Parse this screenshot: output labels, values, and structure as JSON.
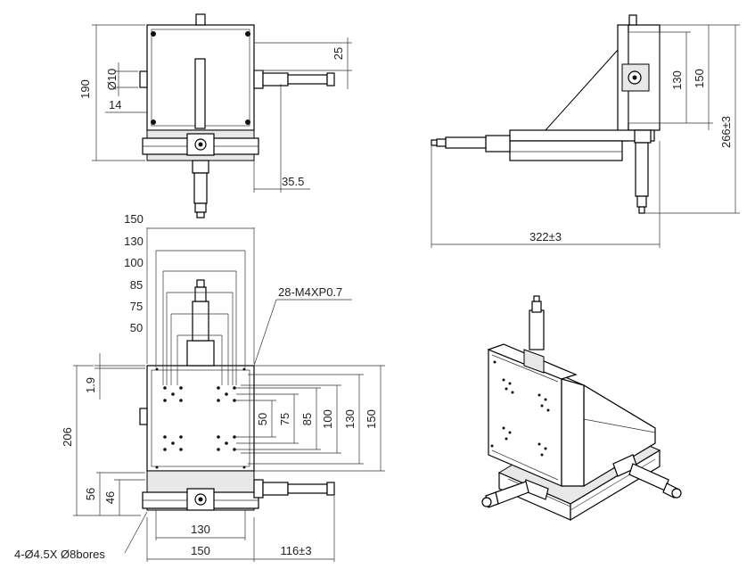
{
  "labels": {
    "top": {
      "d190": "190",
      "d10": "Ø10",
      "d14": "14",
      "d25": "25",
      "d355": "35.5"
    },
    "side": {
      "d130": "130",
      "d150": "150",
      "d266": "266±3",
      "d322": "322±3"
    },
    "front": {
      "w150": "150",
      "w130": "130",
      "w100": "100",
      "w85": "85",
      "w75": "75",
      "w50": "50",
      "thread": "28-M4XP0.7",
      "h19": "1.9",
      "h206": "206",
      "h56": "56",
      "h46": "46",
      "v50": "50",
      "v75": "75",
      "v85": "85",
      "v100": "100",
      "v130": "130",
      "v150": "150",
      "b130": "130",
      "b150": "150",
      "b116": "116±3",
      "bores": "4-Ø4.5X Ø8bores"
    }
  }
}
